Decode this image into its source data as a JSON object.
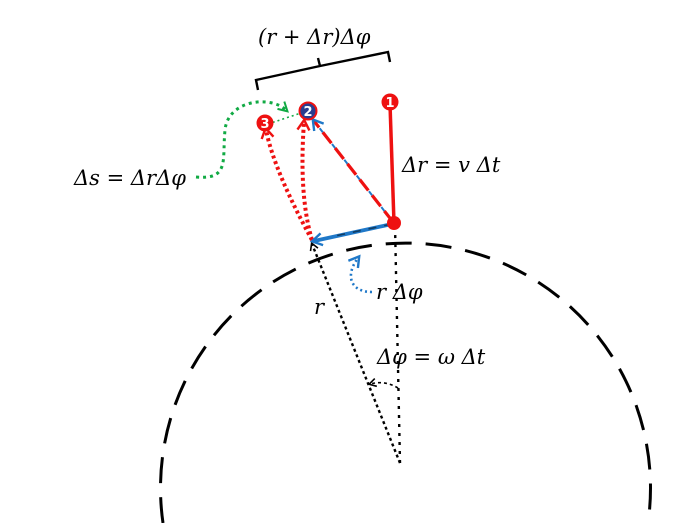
{
  "labels": {
    "arc_bracket": "(r + Δr)Δφ",
    "delta_s": "Δs = ΔrΔφ",
    "delta_r": "Δr = v Δt",
    "r_delta_phi": "r Δφ",
    "radius": "r",
    "delta_phi": "Δφ = ω Δt"
  },
  "points": {
    "p1": "1",
    "p2": "2",
    "p3": "3"
  },
  "colors": {
    "red": "#ee1111",
    "blue": "#1f78c8",
    "navy": "#2a3d8f",
    "green": "#11aa44",
    "black": "#000000"
  }
}
